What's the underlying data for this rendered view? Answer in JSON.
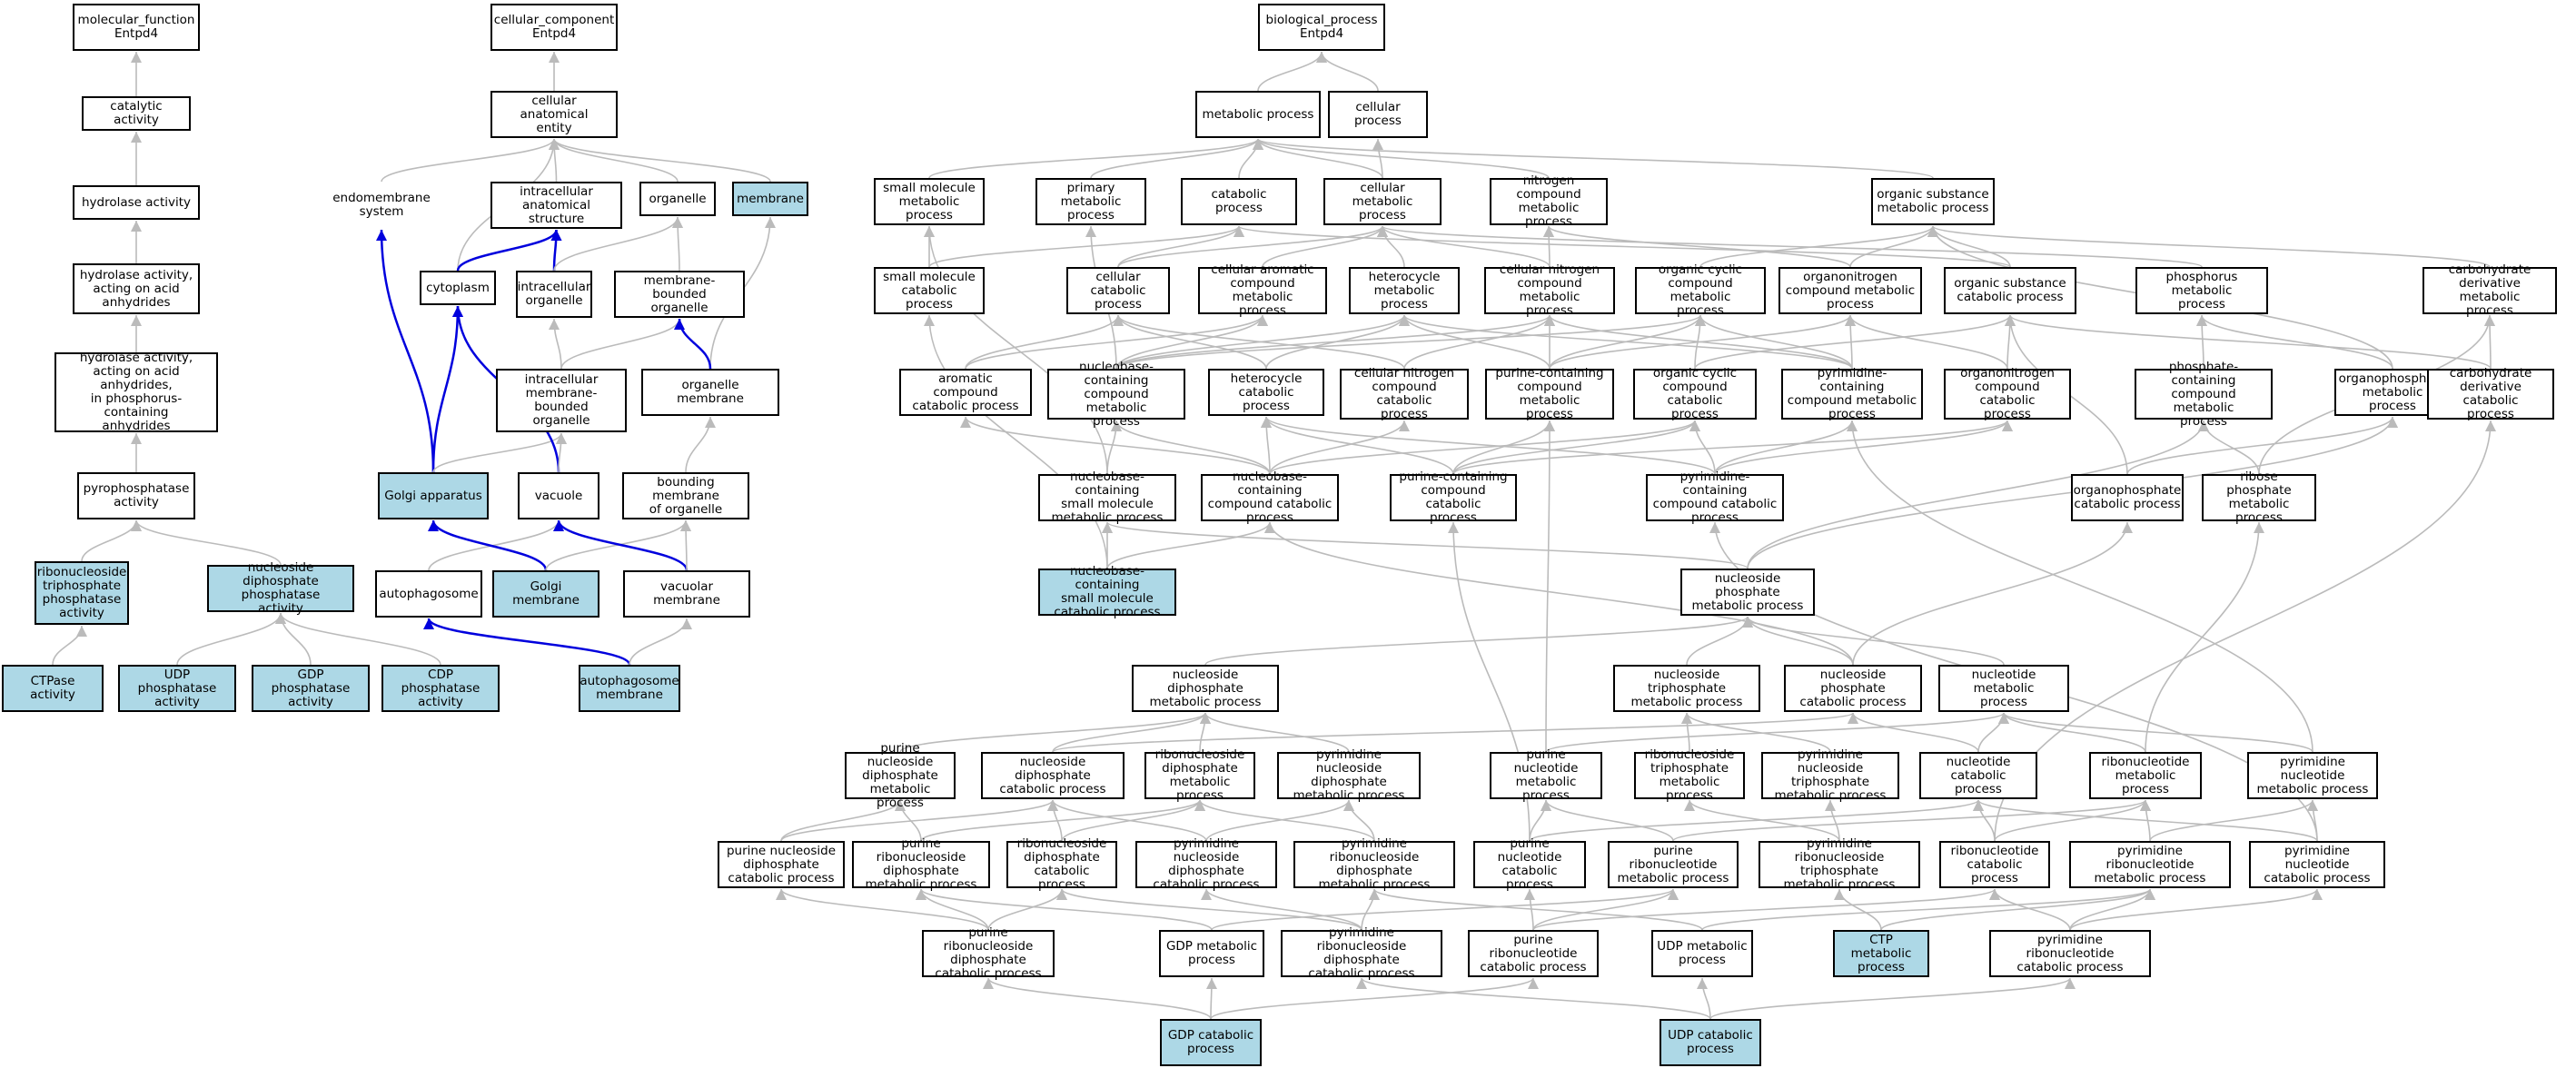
{
  "colors": {
    "highlight": "#add8e6",
    "edge_gray": "#bbbbbb",
    "edge_blue": "#0000dd"
  },
  "nodes": {
    "mf": {
      "label": "molecular_function\nEntpd4",
      "hl": false
    },
    "cat": {
      "label": "catalytic activity",
      "hl": false
    },
    "hyd": {
      "label": "hydrolase activity",
      "hl": false
    },
    "hydaa": {
      "label": "hydrolase activity,\nacting on acid\nanhydrides",
      "hl": false
    },
    "hydp": {
      "label": "hydrolase activity,\nacting on acid\nanhydrides,\nin phosphorus-containing\nanhydrides",
      "hl": false
    },
    "ppa": {
      "label": "pyrophosphatase\nactivity",
      "hl": false
    },
    "rntp": {
      "label": "ribonucleoside\ntriphosphate\nphosphatase\nactivity",
      "hl": true
    },
    "ctp": {
      "label": "CTPase activity",
      "hl": true
    },
    "ndp": {
      "label": "nucleoside diphosphate\nphosphatase\nactivity",
      "hl": true
    },
    "udpph": {
      "label": "UDP phosphatase\nactivity",
      "hl": true
    },
    "gdpph": {
      "label": "GDP phosphatase\nactivity",
      "hl": true
    },
    "cdpph": {
      "label": "CDP phosphatase\nactivity",
      "hl": true
    },
    "cc": {
      "label": "cellular_component\nEntpd4",
      "hl": false
    },
    "cae": {
      "label": "cellular anatomical\nentity",
      "hl": false
    },
    "endo": {
      "label": "endomembrane\nsystem",
      "hl": false,
      "plain": true
    },
    "ias": {
      "label": "intracellular\nanatomical structure",
      "hl": false
    },
    "organelle": {
      "label": "organelle",
      "hl": false
    },
    "membrane": {
      "label": "membrane",
      "hl": true
    },
    "cyto": {
      "label": "cytoplasm",
      "hl": false
    },
    "io": {
      "label": "intracellular\norganelle",
      "hl": false
    },
    "mbo": {
      "label": "membrane-bounded\norganelle",
      "hl": false
    },
    "imbo": {
      "label": "intracellular\nmembrane-bounded\norganelle",
      "hl": false
    },
    "om": {
      "label": "organelle membrane",
      "hl": false
    },
    "golgi": {
      "label": "Golgi apparatus",
      "hl": true
    },
    "vac": {
      "label": "vacuole",
      "hl": false
    },
    "bmo": {
      "label": "bounding membrane\nof organelle",
      "hl": false
    },
    "auto": {
      "label": "autophagosome",
      "hl": false
    },
    "gm": {
      "label": "Golgi membrane",
      "hl": true
    },
    "vm": {
      "label": "vacuolar membrane",
      "hl": false
    },
    "am": {
      "label": "autophagosome\nmembrane",
      "hl": true
    },
    "bp": {
      "label": "biological_process\nEntpd4",
      "hl": false
    },
    "mp": {
      "label": "metabolic process",
      "hl": false
    },
    "cp": {
      "label": "cellular process",
      "hl": false
    },
    "smmp": {
      "label": "small molecule\nmetabolic process",
      "hl": false
    },
    "pmp": {
      "label": "primary metabolic\nprocess",
      "hl": false
    },
    "catp": {
      "label": "catabolic process",
      "hl": false
    },
    "cmp": {
      "label": "cellular metabolic\nprocess",
      "hl": false
    },
    "ncmp": {
      "label": "nitrogen compound\nmetabolic process",
      "hl": false
    },
    "osmp": {
      "label": "organic substance\nmetabolic process",
      "hl": false
    },
    "smcp": {
      "label": "small molecule\ncatabolic process",
      "hl": false
    },
    "ccp": {
      "label": "cellular catabolic\nprocess",
      "hl": false
    },
    "cacmp": {
      "label": "cellular aromatic\ncompound metabolic\nprocess",
      "hl": false
    },
    "hmp": {
      "label": "heterocycle\nmetabolic process",
      "hl": false
    },
    "cncmp": {
      "label": "cellular nitrogen\ncompound metabolic\nprocess",
      "hl": false
    },
    "occmp": {
      "label": "organic cyclic\ncompound metabolic\nprocess",
      "hl": false
    },
    "oncmp": {
      "label": "organonitrogen\ncompound metabolic\nprocess",
      "hl": false
    },
    "oscp": {
      "label": "organic substance\ncatabolic process",
      "hl": false
    },
    "phmp": {
      "label": "phosphorus metabolic\nprocess",
      "hl": false
    },
    "cdmp": {
      "label": "carbohydrate\nderivative metabolic\nprocess",
      "hl": false
    },
    "accp": {
      "label": "aromatic compound\ncatabolic process",
      "hl": false
    },
    "nbcmp": {
      "label": "nucleobase-containing\ncompound metabolic\nprocess",
      "hl": false
    },
    "hcp": {
      "label": "heterocycle\ncatabolic process",
      "hl": false
    },
    "cnccp": {
      "label": "cellular nitrogen\ncompound catabolic\nprocess",
      "hl": false
    },
    "pcmp": {
      "label": "purine-containing\ncompound metabolic\nprocess",
      "hl": false
    },
    "occcp": {
      "label": "organic cyclic\ncompound catabolic\nprocess",
      "hl": false
    },
    "pycmp": {
      "label": "pyrimidine-containing\ncompound metabolic\nprocess",
      "hl": false
    },
    "onccp": {
      "label": "organonitrogen\ncompound catabolic\nprocess",
      "hl": false
    },
    "phcmp": {
      "label": "phosphate-containing\ncompound metabolic\nprocess",
      "hl": false
    },
    "opmp": {
      "label": "organophosphate\nmetabolic process",
      "hl": false
    },
    "cdcp": {
      "label": "carbohydrate\nderivative catabolic\nprocess",
      "hl": false
    },
    "nbsmmp": {
      "label": "nucleobase-containing\nsmall molecule\nmetabolic process",
      "hl": false
    },
    "nbccp": {
      "label": "nucleobase-containing\ncompound catabolic\nprocess",
      "hl": false
    },
    "pccp": {
      "label": "purine-containing\ncompound catabolic\nprocess",
      "hl": false
    },
    "pyccp": {
      "label": "pyrimidine-containing\ncompound catabolic\nprocess",
      "hl": false
    },
    "opcp": {
      "label": "organophosphate\ncatabolic process",
      "hl": false
    },
    "rpmp": {
      "label": "ribose phosphate\nmetabolic process",
      "hl": false
    },
    "nbsmcp": {
      "label": "nucleobase-containing\nsmall molecule\ncatabolic process",
      "hl": true
    },
    "npmp": {
      "label": "nucleoside phosphate\nmetabolic process",
      "hl": false
    },
    "ndpmp": {
      "label": "nucleoside diphosphate\nmetabolic process",
      "hl": false
    },
    "ntpmp": {
      "label": "nucleoside triphosphate\nmetabolic process",
      "hl": false
    },
    "npcp": {
      "label": "nucleoside phosphate\ncatabolic process",
      "hl": false
    },
    "ntmp": {
      "label": "nucleotide metabolic\nprocess",
      "hl": false
    },
    "pndpmp": {
      "label": "purine nucleoside\ndiphosphate\nmetabolic process",
      "hl": false
    },
    "ndpcp": {
      "label": "nucleoside diphosphate\ncatabolic process",
      "hl": false
    },
    "rndpmp": {
      "label": "ribonucleoside\ndiphosphate\nmetabolic process",
      "hl": false
    },
    "pyndpmp": {
      "label": "pyrimidine nucleoside\ndiphosphate\nmetabolic process",
      "hl": false
    },
    "pnmp": {
      "label": "purine nucleotide\nmetabolic process",
      "hl": false
    },
    "rntpmp": {
      "label": "ribonucleoside\ntriphosphate\nmetabolic process",
      "hl": false
    },
    "pyntpmp": {
      "label": "pyrimidine nucleoside\ntriphosphate\nmetabolic process",
      "hl": false
    },
    "ntcp": {
      "label": "nucleotide catabolic\nprocess",
      "hl": false
    },
    "rnmp": {
      "label": "ribonucleotide\nmetabolic process",
      "hl": false
    },
    "pynmp": {
      "label": "pyrimidine nucleotide\nmetabolic process",
      "hl": false
    },
    "pndpcp": {
      "label": "purine nucleoside\ndiphosphate\ncatabolic process",
      "hl": false
    },
    "prndpmp": {
      "label": "purine ribonucleoside\ndiphosphate\nmetabolic process",
      "hl": false
    },
    "rndpcp": {
      "label": "ribonucleoside\ndiphosphate\ncatabolic process",
      "hl": false
    },
    "pyndpcp": {
      "label": "pyrimidine nucleoside\ndiphosphate\ncatabolic process",
      "hl": false
    },
    "pyrndpmp": {
      "label": "pyrimidine ribonucleoside\ndiphosphate\nmetabolic process",
      "hl": false
    },
    "pncp": {
      "label": "purine nucleotide\ncatabolic process",
      "hl": false
    },
    "prnmp": {
      "label": "purine ribonucleotide\nmetabolic process",
      "hl": false
    },
    "pyrntpmp": {
      "label": "pyrimidine ribonucleoside\ntriphosphate\nmetabolic process",
      "hl": false
    },
    "rncp": {
      "label": "ribonucleotide\ncatabolic process",
      "hl": false
    },
    "pyrnmp": {
      "label": "pyrimidine ribonucleotide\nmetabolic process",
      "hl": false
    },
    "pyncp": {
      "label": "pyrimidine nucleotide\ncatabolic process",
      "hl": false
    },
    "prndpcp": {
      "label": "purine ribonucleoside\ndiphosphate\ncatabolic process",
      "hl": false
    },
    "gdpmp": {
      "label": "GDP metabolic\nprocess",
      "hl": false
    },
    "pyrndpcp": {
      "label": "pyrimidine ribonucleoside\ndiphosphate\ncatabolic process",
      "hl": false
    },
    "prncp": {
      "label": "purine ribonucleotide\ncatabolic process",
      "hl": false
    },
    "udpmp": {
      "label": "UDP metabolic\nprocess",
      "hl": false
    },
    "ctpmp": {
      "label": "CTP metabolic\nprocess",
      "hl": true
    },
    "pyrncp": {
      "label": "pyrimidine ribonucleotide\ncatabolic process",
      "hl": false
    },
    "gdpcp": {
      "label": "GDP catabolic\nprocess",
      "hl": true
    },
    "udpcp": {
      "label": "UDP catabolic\nprocess",
      "hl": true
    }
  },
  "edges": [
    [
      "cat",
      "mf"
    ],
    [
      "hyd",
      "cat"
    ],
    [
      "hydaa",
      "hyd"
    ],
    [
      "hydp",
      "hydaa"
    ],
    [
      "ppa",
      "hydp"
    ],
    [
      "rntp",
      "ppa"
    ],
    [
      "ndp",
      "ppa"
    ],
    [
      "ctp",
      "rntp"
    ],
    [
      "udpph",
      "ndp"
    ],
    [
      "gdpph",
      "ndp"
    ],
    [
      "cdpph",
      "ndp"
    ],
    [
      "cae",
      "cc"
    ],
    [
      "endo",
      "cae"
    ],
    [
      "ias",
      "cae"
    ],
    [
      "organelle",
      "cae"
    ],
    [
      "membrane",
      "cae"
    ],
    [
      "cyto",
      "cae"
    ],
    [
      "cyto",
      "ias",
      "b"
    ],
    [
      "io",
      "ias",
      "b"
    ],
    [
      "io",
      "organelle"
    ],
    [
      "mbo",
      "organelle"
    ],
    [
      "imbo",
      "io"
    ],
    [
      "imbo",
      "mbo"
    ],
    [
      "om",
      "membrane"
    ],
    [
      "om",
      "mbo",
      "b"
    ],
    [
      "golgi",
      "endo",
      "b"
    ],
    [
      "golgi",
      "cyto",
      "b"
    ],
    [
      "golgi",
      "imbo"
    ],
    [
      "vac",
      "cyto",
      "b"
    ],
    [
      "vac",
      "imbo"
    ],
    [
      "bmo",
      "om"
    ],
    [
      "auto",
      "vac"
    ],
    [
      "gm",
      "golgi",
      "b"
    ],
    [
      "gm",
      "bmo"
    ],
    [
      "vm",
      "vac",
      "b"
    ],
    [
      "vm",
      "bmo"
    ],
    [
      "am",
      "auto",
      "b"
    ],
    [
      "am",
      "vm"
    ],
    [
      "mp",
      "bp"
    ],
    [
      "cp",
      "bp"
    ],
    [
      "smmp",
      "mp"
    ],
    [
      "pmp",
      "mp"
    ],
    [
      "catp",
      "mp"
    ],
    [
      "cmp",
      "mp"
    ],
    [
      "cmp",
      "cp"
    ],
    [
      "ncmp",
      "mp"
    ],
    [
      "osmp",
      "mp"
    ],
    [
      "smcp",
      "smmp"
    ],
    [
      "smcp",
      "catp"
    ],
    [
      "ccp",
      "catp"
    ],
    [
      "ccp",
      "cmp"
    ],
    [
      "cacmp",
      "cmp"
    ],
    [
      "hmp",
      "cmp"
    ],
    [
      "cncmp",
      "cmp"
    ],
    [
      "cncmp",
      "ncmp"
    ],
    [
      "occmp",
      "osmp"
    ],
    [
      "oncmp",
      "osmp"
    ],
    [
      "oncmp",
      "ncmp"
    ],
    [
      "oscp",
      "osmp"
    ],
    [
      "oscp",
      "catp"
    ],
    [
      "phmp",
      "cmp"
    ],
    [
      "cdmp",
      "osmp"
    ],
    [
      "accp",
      "ccp"
    ],
    [
      "accp",
      "cacmp"
    ],
    [
      "nbcmp",
      "cacmp"
    ],
    [
      "nbcmp",
      "hmp"
    ],
    [
      "nbcmp",
      "cncmp"
    ],
    [
      "nbcmp",
      "occmp"
    ],
    [
      "nbcmp",
      "pmp"
    ],
    [
      "hcp",
      "hmp"
    ],
    [
      "hcp",
      "ccp"
    ],
    [
      "cnccp",
      "cncmp"
    ],
    [
      "cnccp",
      "ccp"
    ],
    [
      "pcmp",
      "hmp"
    ],
    [
      "pcmp",
      "occmp"
    ],
    [
      "pcmp",
      "oncmp"
    ],
    [
      "pcmp",
      "cncmp"
    ],
    [
      "occcp",
      "occmp"
    ],
    [
      "occcp",
      "oscp"
    ],
    [
      "pycmp",
      "occmp"
    ],
    [
      "pycmp",
      "oncmp"
    ],
    [
      "pycmp",
      "hmp"
    ],
    [
      "pycmp",
      "cncmp"
    ],
    [
      "onccp",
      "oncmp"
    ],
    [
      "onccp",
      "oscp"
    ],
    [
      "phcmp",
      "phmp"
    ],
    [
      "opmp",
      "phmp"
    ],
    [
      "opmp",
      "osmp"
    ],
    [
      "cdcp",
      "cdmp"
    ],
    [
      "cdcp",
      "oscp"
    ],
    [
      "nbsmmp",
      "nbcmp"
    ],
    [
      "nbsmmp",
      "smmp"
    ],
    [
      "nbccp",
      "nbcmp"
    ],
    [
      "nbccp",
      "accp"
    ],
    [
      "nbccp",
      "hcp"
    ],
    [
      "nbccp",
      "cnccp"
    ],
    [
      "nbccp",
      "occcp"
    ],
    [
      "pccp",
      "pcmp"
    ],
    [
      "pccp",
      "hcp"
    ],
    [
      "pccp",
      "occcp"
    ],
    [
      "pccp",
      "onccp"
    ],
    [
      "pyccp",
      "pycmp"
    ],
    [
      "pyccp",
      "hcp"
    ],
    [
      "pyccp",
      "occcp"
    ],
    [
      "pyccp",
      "onccp"
    ],
    [
      "opcp",
      "opmp"
    ],
    [
      "opcp",
      "oscp"
    ],
    [
      "rpmp",
      "phcmp"
    ],
    [
      "rpmp",
      "cdmp"
    ],
    [
      "nbsmcp",
      "nbsmmp"
    ],
    [
      "nbsmcp",
      "nbccp"
    ],
    [
      "nbsmcp",
      "smcp"
    ],
    [
      "npmp",
      "nbsmmp"
    ],
    [
      "npmp",
      "phcmp"
    ],
    [
      "npmp",
      "opmp"
    ],
    [
      "ndpmp",
      "npmp"
    ],
    [
      "ntpmp",
      "npmp"
    ],
    [
      "npcp",
      "npmp"
    ],
    [
      "npcp",
      "nbccp"
    ],
    [
      "npcp",
      "opcp"
    ],
    [
      "ntmp",
      "npmp"
    ],
    [
      "pndpmp",
      "ndpmp"
    ],
    [
      "ndpcp",
      "ndpmp"
    ],
    [
      "ndpcp",
      "npcp"
    ],
    [
      "rndpmp",
      "ndpmp"
    ],
    [
      "pyndpmp",
      "ndpmp"
    ],
    [
      "pnmp",
      "ntmp"
    ],
    [
      "pnmp",
      "pcmp"
    ],
    [
      "rntpmp",
      "ntpmp"
    ],
    [
      "pyntpmp",
      "ntpmp"
    ],
    [
      "ntcp",
      "ntmp"
    ],
    [
      "ntcp",
      "npcp"
    ],
    [
      "rnmp",
      "ntmp"
    ],
    [
      "rnmp",
      "rpmp"
    ],
    [
      "pynmp",
      "ntmp"
    ],
    [
      "pynmp",
      "pycmp"
    ],
    [
      "pndpcp",
      "pndpmp"
    ],
    [
      "pndpcp",
      "ndpcp"
    ],
    [
      "prndpmp",
      "pndpmp"
    ],
    [
      "prndpmp",
      "rndpmp"
    ],
    [
      "rndpcp",
      "rndpmp"
    ],
    [
      "rndpcp",
      "ndpcp"
    ],
    [
      "pyndpcp",
      "pyndpmp"
    ],
    [
      "pyndpcp",
      "ndpcp"
    ],
    [
      "pyrndpmp",
      "pyndpmp"
    ],
    [
      "pyrndpmp",
      "rndpmp"
    ],
    [
      "pncp",
      "pnmp"
    ],
    [
      "pncp",
      "ntcp"
    ],
    [
      "pncp",
      "pccp"
    ],
    [
      "prnmp",
      "pnmp"
    ],
    [
      "prnmp",
      "rnmp"
    ],
    [
      "pyrntpmp",
      "pyntpmp"
    ],
    [
      "pyrntpmp",
      "rntpmp"
    ],
    [
      "rncp",
      "rnmp"
    ],
    [
      "rncp",
      "ntcp"
    ],
    [
      "rncp",
      "cdcp"
    ],
    [
      "pyrnmp",
      "pynmp"
    ],
    [
      "pyrnmp",
      "rnmp"
    ],
    [
      "pyncp",
      "pynmp"
    ],
    [
      "pyncp",
      "ntcp"
    ],
    [
      "pyncp",
      "pyccp"
    ],
    [
      "prndpcp",
      "prndpmp"
    ],
    [
      "prndpcp",
      "pndpcp"
    ],
    [
      "prndpcp",
      "rndpcp"
    ],
    [
      "gdpmp",
      "prndpmp"
    ],
    [
      "gdpmp",
      "prnmp"
    ],
    [
      "pyrndpcp",
      "pyrndpmp"
    ],
    [
      "pyrndpcp",
      "pyndpcp"
    ],
    [
      "pyrndpcp",
      "rndpcp"
    ],
    [
      "prncp",
      "prnmp"
    ],
    [
      "prncp",
      "pncp"
    ],
    [
      "prncp",
      "rncp"
    ],
    [
      "udpmp",
      "pyrndpmp"
    ],
    [
      "udpmp",
      "pyrnmp"
    ],
    [
      "ctpmp",
      "pyrntpmp"
    ],
    [
      "ctpmp",
      "pyrnmp"
    ],
    [
      "pyrncp",
      "pyrnmp"
    ],
    [
      "pyrncp",
      "pyncp"
    ],
    [
      "pyrncp",
      "rncp"
    ],
    [
      "gdpcp",
      "gdpmp"
    ],
    [
      "gdpcp",
      "prndpcp"
    ],
    [
      "gdpcp",
      "prncp"
    ],
    [
      "udpcp",
      "udpmp"
    ],
    [
      "udpcp",
      "pyrndpcp"
    ],
    [
      "udpcp",
      "pyrncp"
    ]
  ]
}
